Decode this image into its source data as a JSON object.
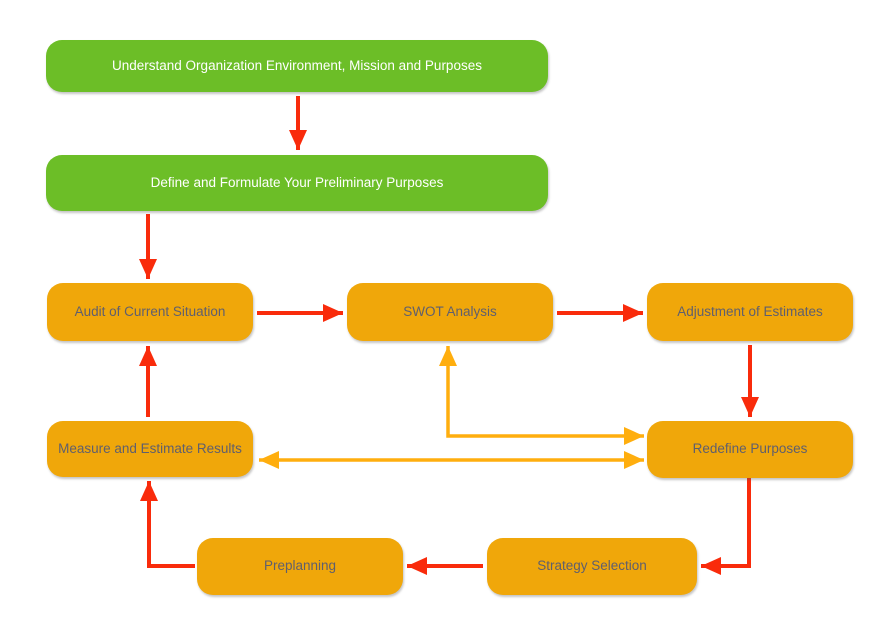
{
  "colors": {
    "green_fill": "#6CBE27",
    "orange_fill": "#F0A70A",
    "red_arrow": "#F92B0B",
    "yellow_arrow": "#FFAE0E",
    "green_text": "#FFFFFF",
    "orange_text": "#5F5F6E",
    "background": "#FFFFFF"
  },
  "nodes": [
    {
      "id": "understand",
      "label": "Understand Organization Environment, Mission and Purposes",
      "kind": "green-stage"
    },
    {
      "id": "define",
      "label": "Define and Formulate Your Preliminary Purposes",
      "kind": "green-stage"
    },
    {
      "id": "audit",
      "label": "Audit of Current Situation",
      "kind": "orange-step"
    },
    {
      "id": "swot",
      "label": "SWOT Analysis",
      "kind": "orange-step"
    },
    {
      "id": "adjustment",
      "label": "Adjustment of Estimates",
      "kind": "orange-step"
    },
    {
      "id": "measure",
      "label": "Measure and Estimate Results",
      "kind": "orange-step"
    },
    {
      "id": "redefine",
      "label": "Redefine Purposes",
      "kind": "orange-step"
    },
    {
      "id": "preplanning",
      "label": "Preplanning",
      "kind": "orange-step"
    },
    {
      "id": "strategy",
      "label": "Strategy Selection",
      "kind": "orange-step"
    }
  ],
  "edges": [
    {
      "from": "understand",
      "to": "define",
      "color": "red",
      "direction": "one-way"
    },
    {
      "from": "define",
      "to": "audit",
      "color": "red",
      "direction": "one-way"
    },
    {
      "from": "audit",
      "to": "swot",
      "color": "red",
      "direction": "one-way"
    },
    {
      "from": "swot",
      "to": "adjustment",
      "color": "red",
      "direction": "one-way"
    },
    {
      "from": "adjustment",
      "to": "redefine",
      "color": "red",
      "direction": "one-way"
    },
    {
      "from": "measure",
      "to": "audit",
      "color": "red",
      "direction": "one-way"
    },
    {
      "from": "redefine",
      "to": "strategy",
      "color": "red",
      "direction": "one-way"
    },
    {
      "from": "strategy",
      "to": "preplanning",
      "color": "red",
      "direction": "one-way"
    },
    {
      "from": "preplanning",
      "to": "measure",
      "color": "red",
      "direction": "one-way"
    },
    {
      "from": "swot",
      "to": "redefine",
      "color": "yellow",
      "direction": "two-way"
    },
    {
      "from": "measure",
      "to": "redefine",
      "color": "yellow",
      "direction": "two-way"
    }
  ]
}
